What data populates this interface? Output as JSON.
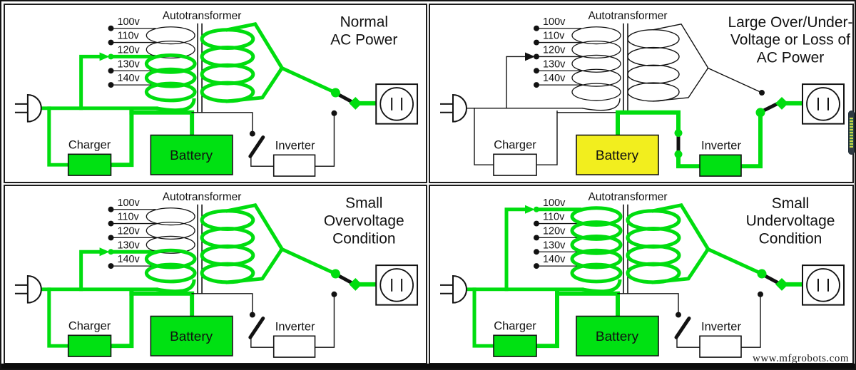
{
  "diagram": {
    "watermark": "www.mfgrobots.com",
    "shared": {
      "autotransformer_label": "Autotransformer",
      "charger_label": "Charger",
      "battery_label": "Battery",
      "inverter_label": "Inverter",
      "tap_labels": [
        "100v",
        "110v",
        "120v",
        "130v",
        "140v"
      ]
    },
    "colors": {
      "wire_green": "#00dd0f",
      "fill_green": "#00e112",
      "fill_yellow": "#f2ee1e",
      "wire_black": "#121212",
      "panel_bg": "#ffffff",
      "border": "#1c1c1c"
    },
    "panels": [
      {
        "id": "normal-ac-power",
        "title_lines": [
          "Normal",
          "AC Power"
        ],
        "active_tap": 2,
        "active_tap_label": "120v",
        "ac_power_path": "energized",
        "battery_fill": "green",
        "charger_fill": "green",
        "inverter_fill": "white",
        "battery_switch": "open",
        "output_source": "transformer"
      },
      {
        "id": "large-over-under-voltage-or-loss",
        "title_lines": [
          "Large Over/Under-",
          "Voltage or Loss of",
          "AC Power"
        ],
        "active_tap": 2,
        "active_tap_label": "120v",
        "ac_power_path": "de-energized",
        "battery_fill": "yellow",
        "charger_fill": "white",
        "inverter_fill": "green",
        "battery_switch": "closed",
        "output_source": "inverter"
      },
      {
        "id": "small-overvoltage-condition",
        "title_lines": [
          "Small",
          "Overvoltage",
          "Condition"
        ],
        "active_tap": 3,
        "active_tap_label": "130v",
        "ac_power_path": "energized",
        "battery_fill": "green",
        "charger_fill": "green",
        "inverter_fill": "white",
        "battery_switch": "open",
        "output_source": "transformer"
      },
      {
        "id": "small-undervoltage-condition",
        "title_lines": [
          "Small",
          "Undervoltage",
          "Condition"
        ],
        "active_tap": 0,
        "active_tap_label": "100v",
        "ac_power_path": "energized",
        "battery_fill": "green",
        "charger_fill": "green",
        "inverter_fill": "white",
        "battery_switch": "open",
        "output_source": "transformer"
      }
    ]
  }
}
